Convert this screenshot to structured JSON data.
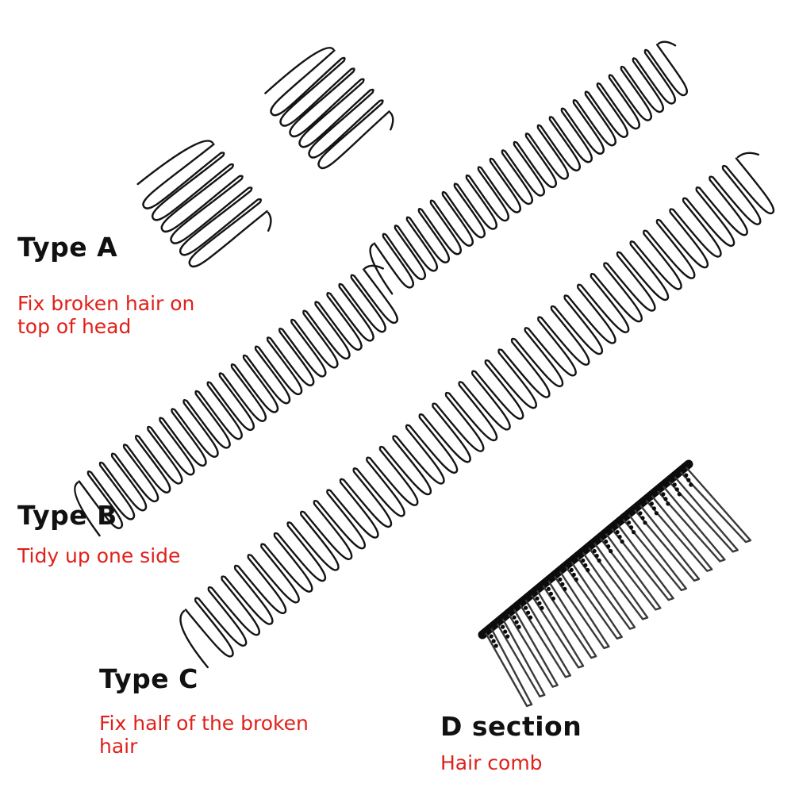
{
  "labels": {
    "type_a": {
      "title": "Type A",
      "desc_line1": "Fix broken hair on",
      "desc_line2": "top of head"
    },
    "type_b": {
      "title": "Type B",
      "desc_line1": "Tidy up one side"
    },
    "type_c": {
      "title": "Type C",
      "desc_line1": "Fix half of the broken",
      "desc_line2": "hair"
    },
    "type_d": {
      "title": "D section",
      "desc_line1": "Hair comb"
    }
  },
  "colors": {
    "background": "#ffffff",
    "title_text": "#111111",
    "description_text": "#e0201a",
    "wire": "#141414",
    "comb_bar": "#0c0c0c",
    "comb_teeth": "#3a3a3a"
  }
}
